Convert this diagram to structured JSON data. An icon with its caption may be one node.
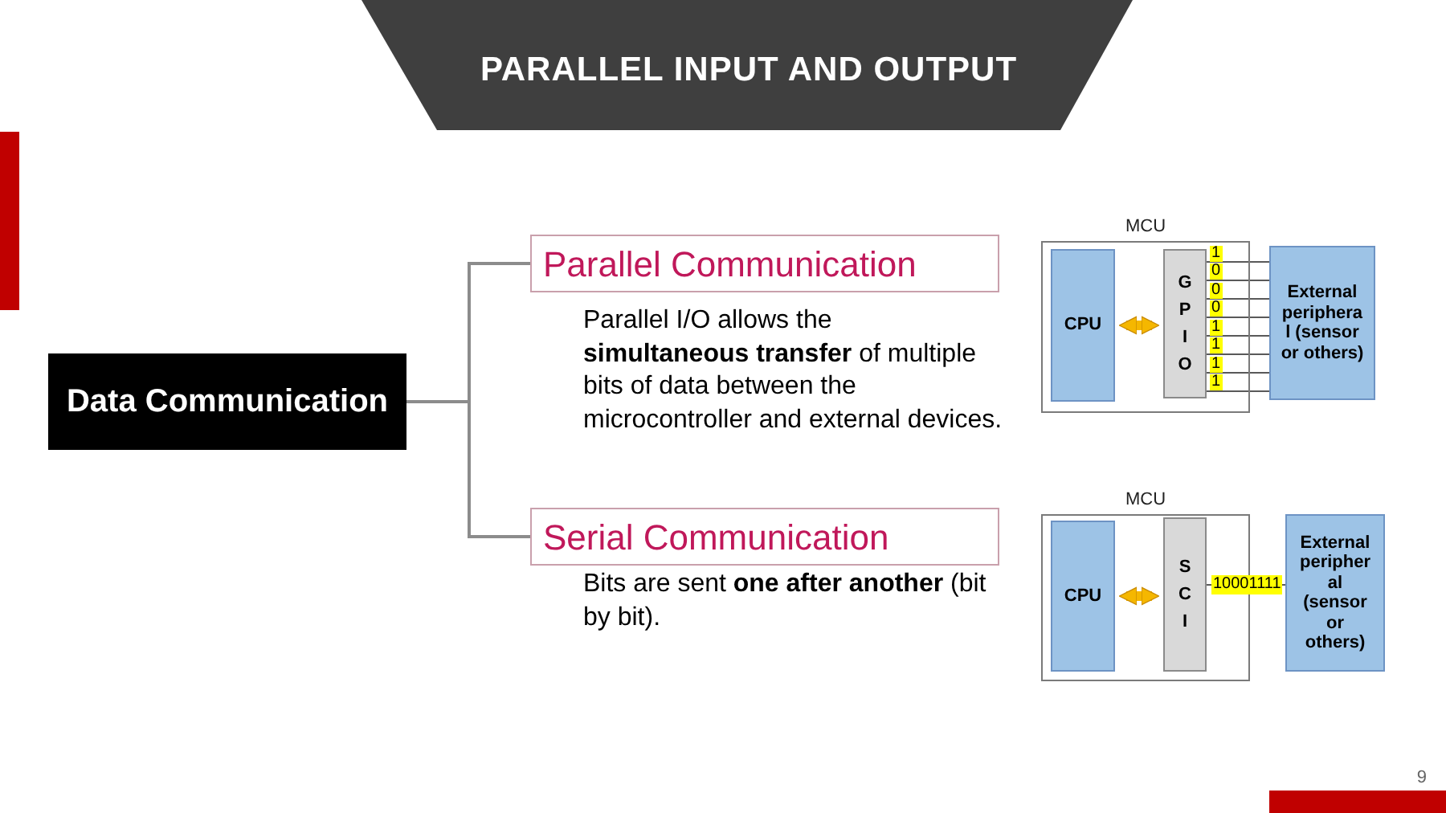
{
  "diagram": {
    "title": "PARALLEL INPUT AND OUTPUT",
    "nodes": [
      {
        "text": [
          "Data Communication"
        ]
      },
      {
        "text": [
          "Parallel Communication"
        ],
        "beside": [
          "Parallel I/O allows the **simultaneous transfer** of multiple bits of data between the microcontroller and external devices."
        ]
      },
      {
        "text": [
          "Serial Communication"
        ],
        "beside": [
          "Bits are sent **one after another** (bit by bit)."
        ]
      },
      {
        "text": [
          "MCU"
        ]
      },
      {
        "text": [
          "CPU"
        ],
        "in": 3
      },
      {
        "text": [
          "GPIO"
        ],
        "in": 3
      },
      {
        "text": [
          "External peripheral (sensor or others)"
        ]
      },
      {
        "text": [
          "MCU"
        ]
      },
      {
        "text": [
          "CPU"
        ],
        "in": 7
      },
      {
        "text": [
          "SCI"
        ],
        "in": 7
      },
      {
        "text": [
          "External peripheral (sensor or others)"
        ]
      }
    ],
    "edges": [
      {
        "from": 0,
        "to": 1,
        "arrow": "none",
        "color": "#8c8c8c"
      },
      {
        "from": 0,
        "to": 2,
        "arrow": "none",
        "color": "#8c8c8c"
      },
      {
        "from": 4,
        "to": 5,
        "arrow": "both",
        "style": "thick",
        "color": "#f5b700"
      },
      {
        "from": 5,
        "to": 6,
        "arrow": "none",
        "label": "1"
      },
      {
        "from": 5,
        "to": 6,
        "arrow": "none",
        "label": "0"
      },
      {
        "from": 5,
        "to": 6,
        "arrow": "none",
        "label": "0"
      },
      {
        "from": 5,
        "to": 6,
        "arrow": "none",
        "label": "0"
      },
      {
        "from": 5,
        "to": 6,
        "arrow": "none",
        "label": "1"
      },
      {
        "from": 5,
        "to": 6,
        "arrow": "none",
        "label": "1"
      },
      {
        "from": 5,
        "to": 6,
        "arrow": "none",
        "label": "1"
      },
      {
        "from": 5,
        "to": 6,
        "arrow": "none",
        "label": "1"
      },
      {
        "from": 8,
        "to": 9,
        "arrow": "both",
        "style": "thick",
        "color": "#f5b700"
      },
      {
        "from": 9,
        "to": 10,
        "arrow": "none",
        "label": "10001111"
      }
    ],
    "labels": [
      "9"
    ]
  }
}
